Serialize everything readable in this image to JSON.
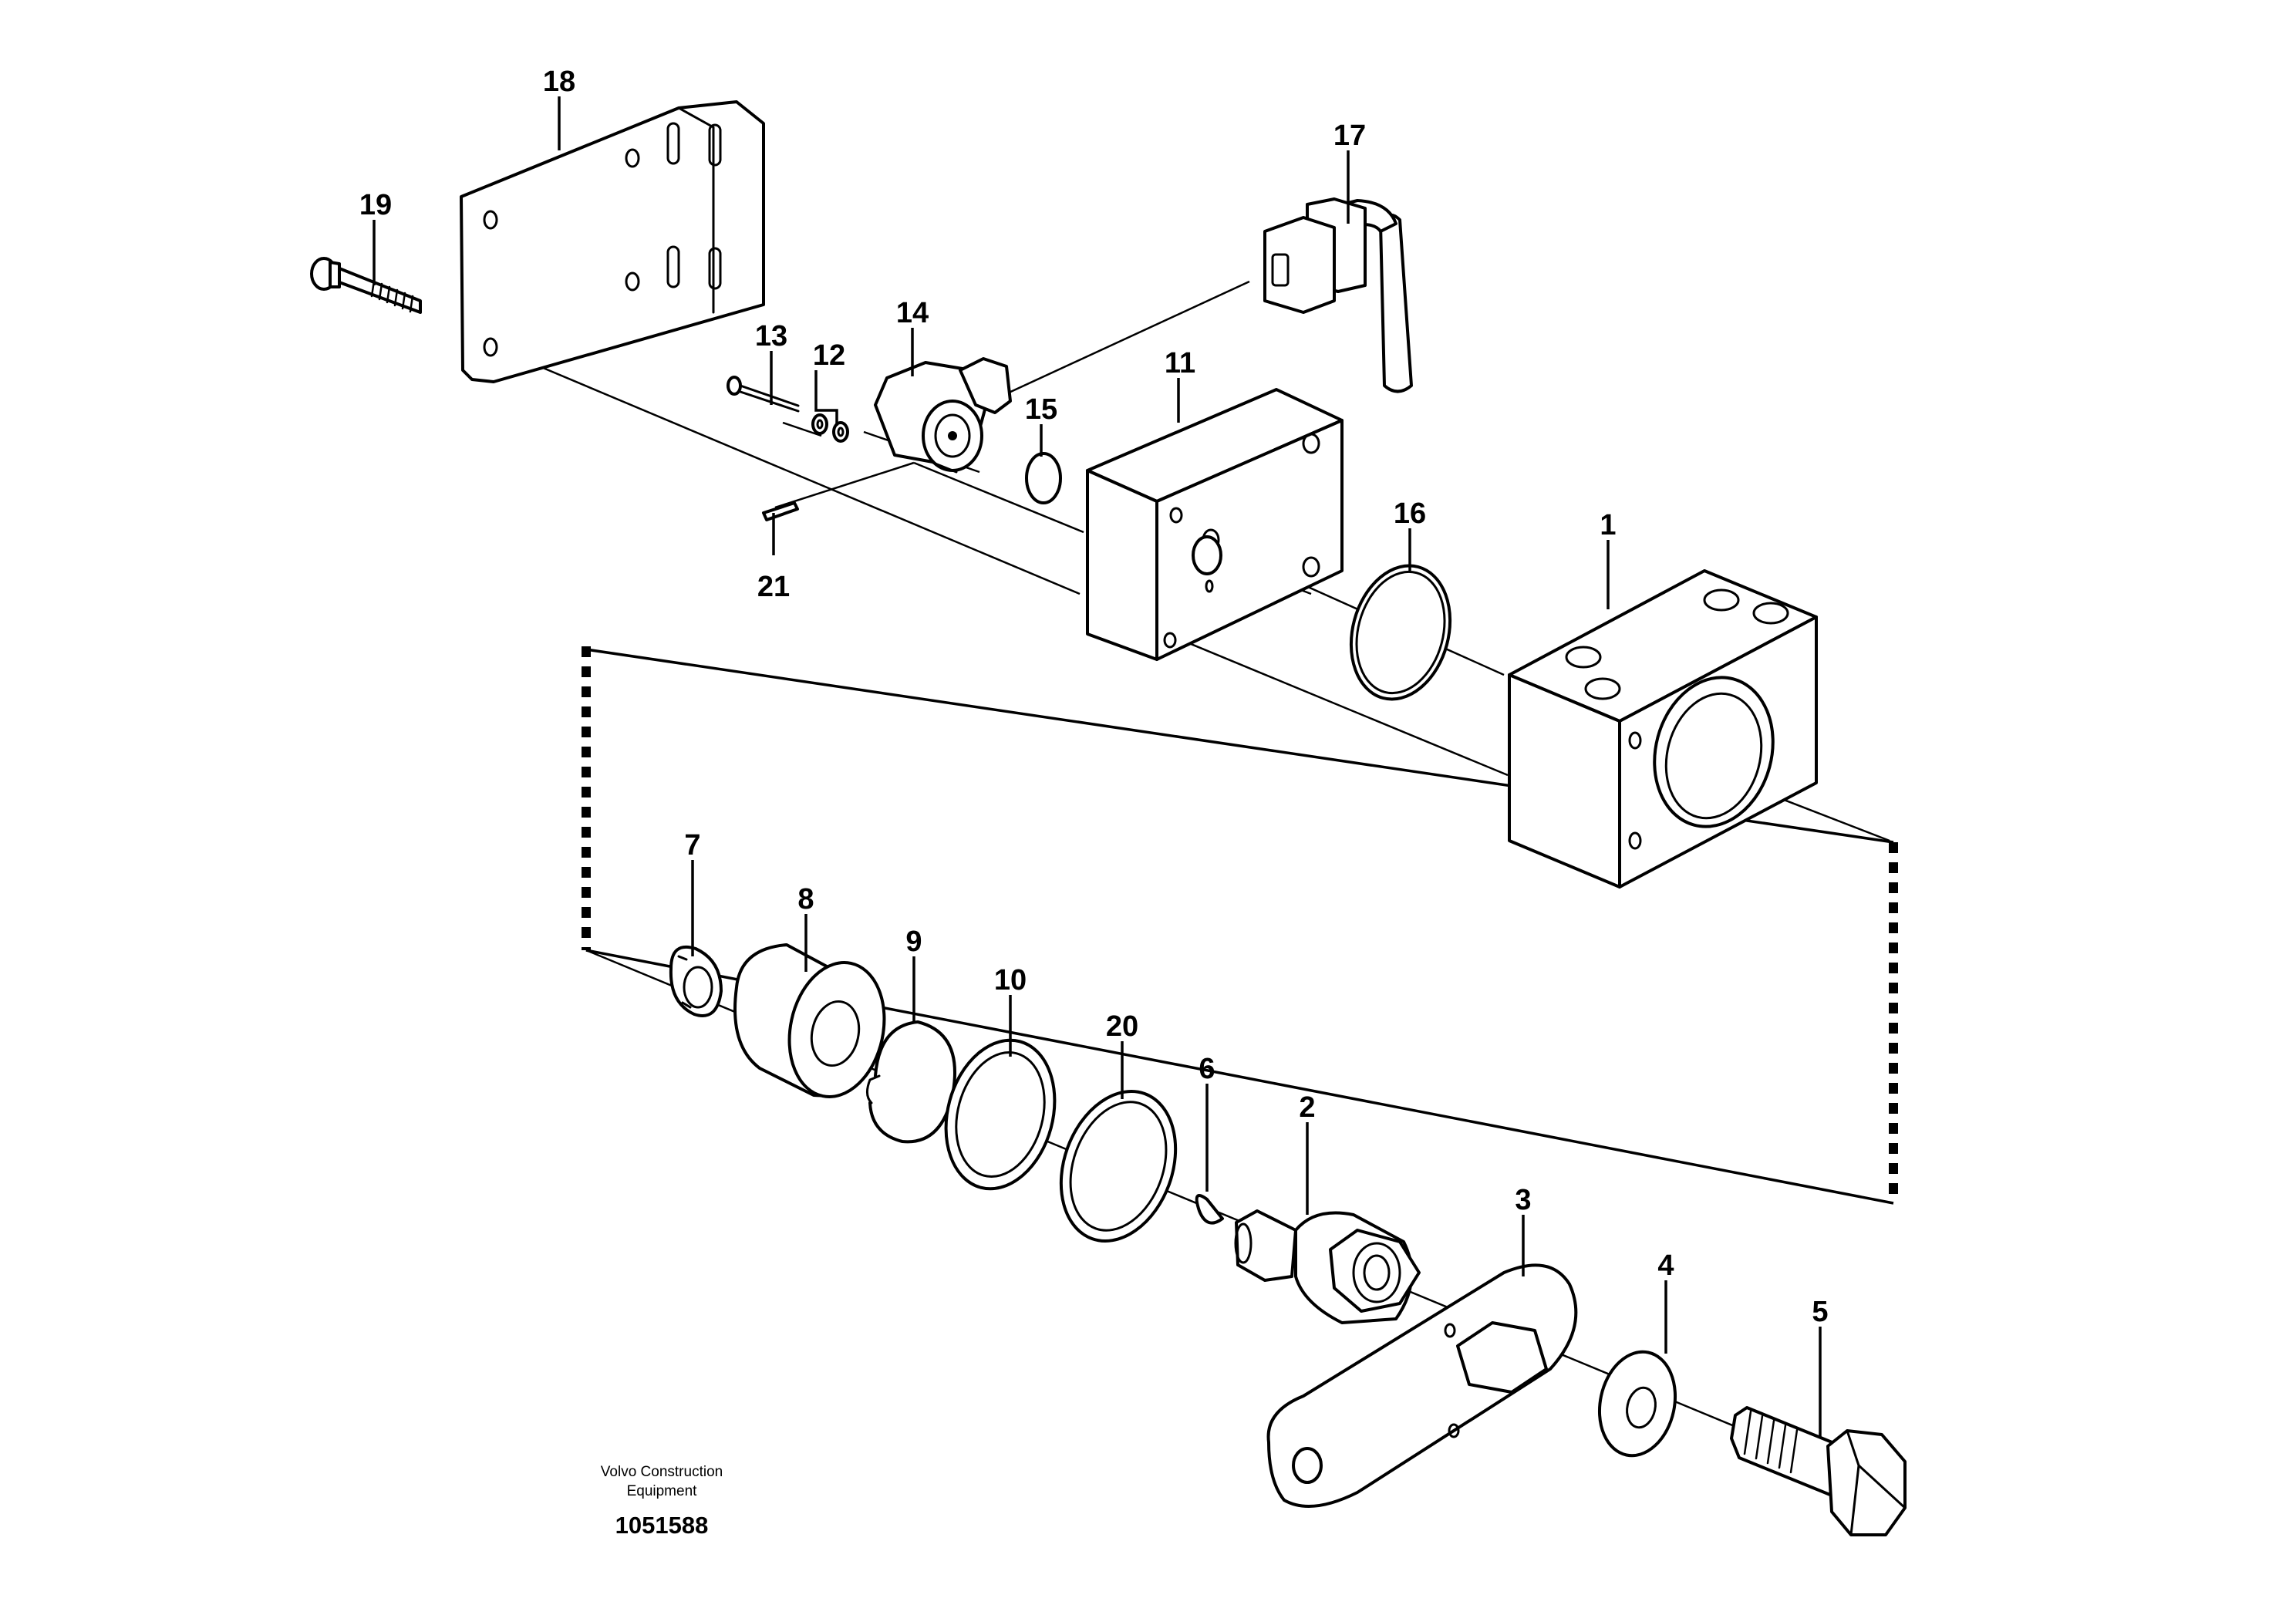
{
  "callouts": {
    "c1": "1",
    "c2": "2",
    "c3": "3",
    "c4": "4",
    "c5": "5",
    "c6": "6",
    "c7": "7",
    "c8": "8",
    "c9": "9",
    "c10": "10",
    "c11": "11",
    "c12": "12",
    "c13": "13",
    "c14": "14",
    "c15": "15",
    "c16": "16",
    "c17": "17",
    "c18": "18",
    "c19": "19",
    "c20": "20",
    "c21": "21"
  },
  "footer": {
    "brand_line1": "Volvo Construction",
    "brand_line2": "Equipment",
    "doc_number": "1051588"
  }
}
